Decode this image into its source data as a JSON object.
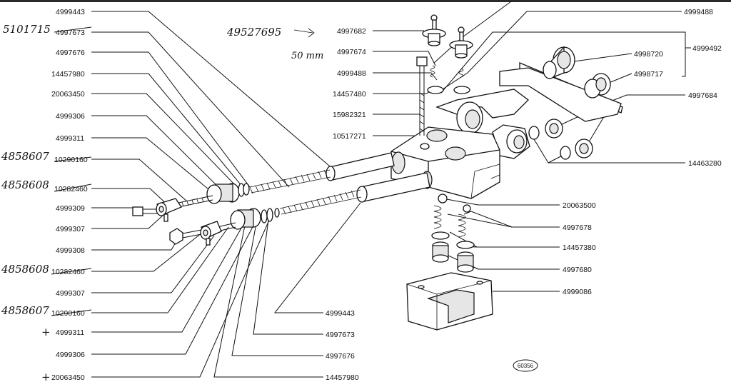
{
  "left_labels": [
    {
      "id": "l1",
      "text": "4999443"
    },
    {
      "id": "l2",
      "text": "4997673",
      "strike": true
    },
    {
      "id": "l3",
      "text": "4997676"
    },
    {
      "id": "l4",
      "text": "14457980"
    },
    {
      "id": "l5",
      "text": "20063450"
    },
    {
      "id": "l6",
      "text": "4999306"
    },
    {
      "id": "l7",
      "text": "4999311"
    },
    {
      "id": "l8",
      "text": "10290160",
      "strike": true
    },
    {
      "id": "l9",
      "text": "10282460",
      "strike": true
    },
    {
      "id": "l10",
      "text": "4999309"
    },
    {
      "id": "l11",
      "text": "4999307"
    },
    {
      "id": "l12",
      "text": "4999308"
    },
    {
      "id": "l13",
      "text": "10282460",
      "strike": true
    },
    {
      "id": "l14",
      "text": "4999307"
    },
    {
      "id": "l15",
      "text": "10290160",
      "strike": true
    },
    {
      "id": "l16",
      "text": "4999311"
    },
    {
      "id": "l17",
      "text": "4999306"
    },
    {
      "id": "l18",
      "text": "20063450"
    }
  ],
  "center_labels": [
    {
      "id": "c1",
      "text": "4997682"
    },
    {
      "id": "c2",
      "text": "4997674"
    },
    {
      "id": "c3",
      "text": "4999488"
    },
    {
      "id": "c4",
      "text": "14457480"
    },
    {
      "id": "c5",
      "text": "15982321"
    },
    {
      "id": "c6",
      "text": "10517271"
    }
  ],
  "right_labels": [
    {
      "id": "r1",
      "text": "4999488"
    },
    {
      "id": "r2",
      "text": "4998720"
    },
    {
      "id": "r3",
      "text": "4998717"
    },
    {
      "id": "r4",
      "text": "4999492"
    },
    {
      "id": "r5",
      "text": "4997684"
    },
    {
      "id": "r6",
      "text": "14463280"
    },
    {
      "id": "r7",
      "text": "20063500"
    },
    {
      "id": "r8",
      "text": "4997678"
    },
    {
      "id": "r9",
      "text": "14457380"
    },
    {
      "id": "r10",
      "text": "4997680"
    },
    {
      "id": "r11",
      "text": "4999086"
    }
  ],
  "bottom_labels": [
    {
      "id": "b1",
      "text": "4999443"
    },
    {
      "id": "b2",
      "text": "4997673"
    },
    {
      "id": "b3",
      "text": "4997676"
    },
    {
      "id": "b4",
      "text": "14457980"
    }
  ],
  "handwritten": {
    "top_left": "5101715",
    "top_center": "49527695",
    "top_center_note": "50 mm",
    "mid_left_1": "4858607",
    "mid_left_2": "4858608",
    "low_left_1": "4858608",
    "low_left_2": "4858607",
    "cross_1": "+",
    "cross_2": "+"
  },
  "drawing_number": "60356"
}
